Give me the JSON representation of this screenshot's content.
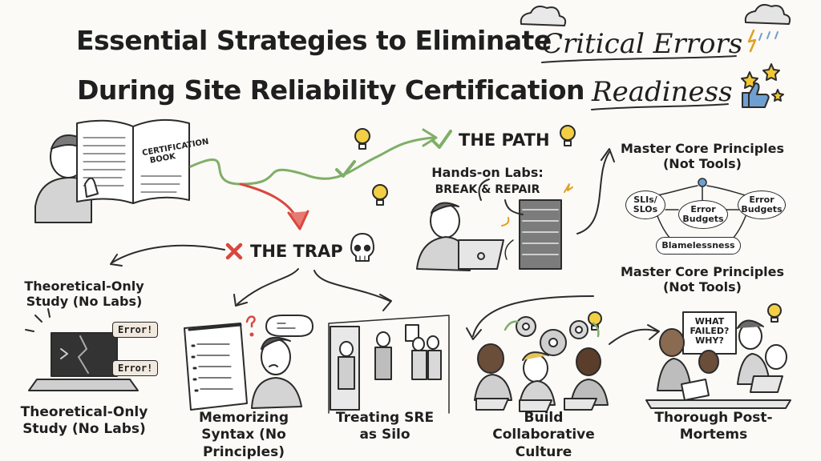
{
  "title": {
    "line1": "Essential Strategies to Eliminate",
    "line1_script": "Critical Errors",
    "line2": "During Site Reliability Certification",
    "line2_script": "Readiness"
  },
  "book": {
    "cover_text": "CERTIFICATION BOOK"
  },
  "path": {
    "heading": "THE PATH",
    "labs_label_line1": "Hands-on Labs:",
    "labs_label_line2": "BREAK & REPAIR"
  },
  "principles": {
    "title": "Master Core Principles (Not Tools)",
    "nodes": {
      "slis": "SLIs/ SLOs",
      "error_budgets_center": "Error Budgets",
      "error_budgets_right": "Error Budgets",
      "blamelessness": "Blamelessness"
    },
    "caption": "Master Core Principles (Not Tools)"
  },
  "trap": {
    "heading": "THE TRAP"
  },
  "items": {
    "theoretical_label": "Theoretical-Only Study (No Labs)",
    "laptop_errors": [
      "Error!",
      "Error!"
    ],
    "theoretical_caption": "Theoretical-Only Study (No Labs)",
    "memorizing_caption": "Memorizing Syntax (No Principles)",
    "silo_caption": "Treating SRE as Silo",
    "collab_caption": "Build Collaborative Culture",
    "postmortem_sign": "WHAT FAILED? WHY?",
    "postmortem_caption": "Thorough Post-Mortems"
  },
  "colors": {
    "ink": "#1f1f1f",
    "path_green": "#7fae68",
    "trap_red": "#d9473f",
    "bulb_yellow": "#f3cf45",
    "star_yellow": "#f2c832",
    "thumb_blue": "#6f9fd1",
    "paper": "#fbfaf6"
  },
  "icons": [
    "skull-icon",
    "check-icon",
    "cross-icon",
    "lightbulb-icon",
    "star-icon",
    "thumbs-up-icon",
    "storm-cloud-icon",
    "gear-icon",
    "laptop-icon",
    "server-rack-icon",
    "notepad-icon",
    "book-icon"
  ]
}
